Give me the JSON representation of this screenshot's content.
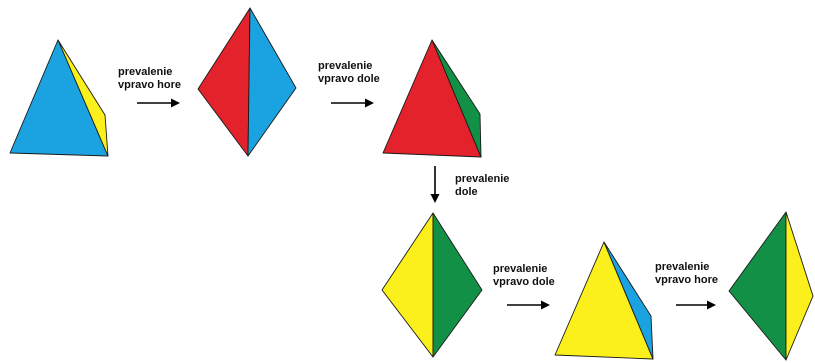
{
  "colors": {
    "blue": "#1aa3e0",
    "yellow": "#fbf01c",
    "red": "#e3222b",
    "green": "#129146",
    "outline": "#1a1a1a",
    "text": "#111111"
  },
  "steps": [
    {
      "line1": "prevalenie",
      "line2": "vpravo hore"
    },
    {
      "line1": "prevalenie",
      "line2": "vpravo dole"
    },
    {
      "line1": "prevalenie",
      "line2": "dole"
    },
    {
      "line1": "prevalenie",
      "line2": "vpravo dole"
    },
    {
      "line1": "prevalenie",
      "line2": "vpravo hore"
    }
  ],
  "tetrahedra": [
    {
      "name": "tetrahedron-1",
      "faces": [
        "blue",
        "yellow"
      ]
    },
    {
      "name": "tetrahedron-2",
      "faces": [
        "red",
        "blue"
      ]
    },
    {
      "name": "tetrahedron-3",
      "faces": [
        "red",
        "green"
      ]
    },
    {
      "name": "tetrahedron-4",
      "faces": [
        "yellow",
        "green"
      ]
    },
    {
      "name": "tetrahedron-5",
      "faces": [
        "yellow",
        "blue"
      ]
    },
    {
      "name": "tetrahedron-6",
      "faces": [
        "green",
        "yellow"
      ]
    }
  ]
}
